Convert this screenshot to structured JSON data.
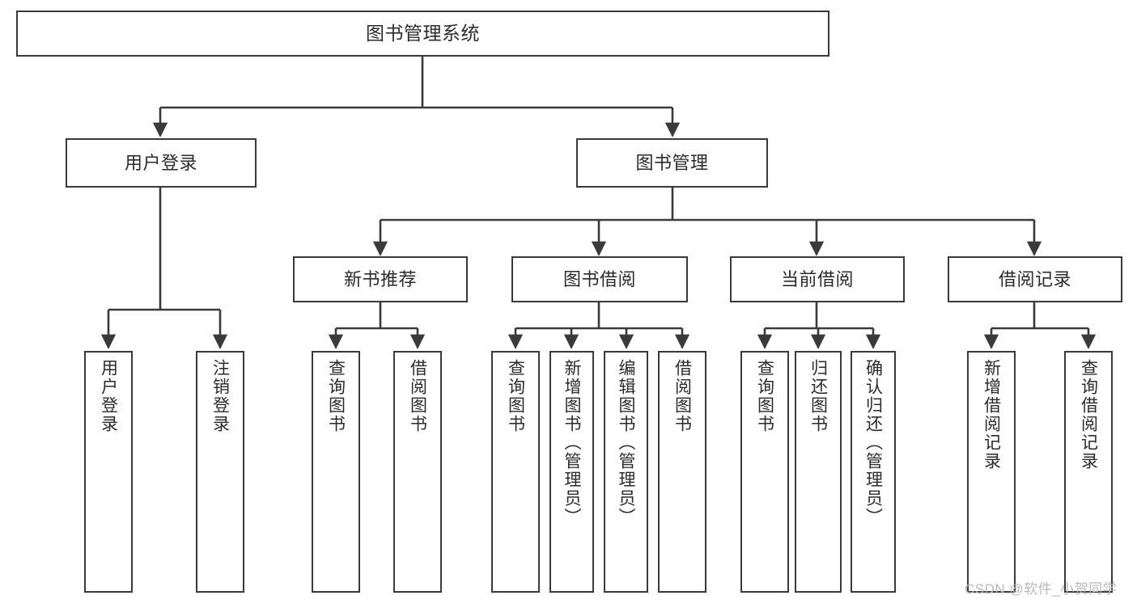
{
  "diagram": {
    "title": "图书管理系统",
    "type": "tree",
    "colors": {
      "node_border": "#3a3a3a",
      "node_fill": "#ffffff",
      "edge": "#3a3a3a",
      "text": "#2b2b2b",
      "watermark": "#b9b9b9",
      "background": "#ffffff"
    },
    "watermark": "CSDN @软件_小贺同学",
    "nodes": {
      "root": {
        "label": "图书管理系统"
      },
      "level1": [
        {
          "id": "user-login",
          "label": "用户登录"
        },
        {
          "id": "book-manage",
          "label": "图书管理"
        }
      ],
      "level2": [
        {
          "id": "new-book-recommend",
          "label": "新书推荐"
        },
        {
          "id": "book-borrow",
          "label": "图书借阅"
        },
        {
          "id": "current-borrow",
          "label": "当前借阅"
        },
        {
          "id": "borrow-record",
          "label": "借阅记录"
        }
      ],
      "leaves": {
        "user_login": [
          {
            "id": "leaf-user-login",
            "label": "用户登录"
          },
          {
            "id": "leaf-logout-login",
            "label": "注销登录"
          }
        ],
        "new_book_recommend": [
          {
            "id": "leaf-query-book-1",
            "label": "查询图书"
          },
          {
            "id": "leaf-borrow-book-1",
            "label": "借阅图书"
          }
        ],
        "book_borrow": [
          {
            "id": "leaf-query-book-2",
            "label": "查询图书"
          },
          {
            "id": "leaf-add-book",
            "label": "新增图书（管理员）"
          },
          {
            "id": "leaf-edit-book",
            "label": "编辑图书（管理员）"
          },
          {
            "id": "leaf-borrow-book-2",
            "label": "借阅图书"
          }
        ],
        "current_borrow": [
          {
            "id": "leaf-query-book-3",
            "label": "查询图书"
          },
          {
            "id": "leaf-return-book",
            "label": "归还图书"
          },
          {
            "id": "leaf-confirm-return",
            "label": "确认归还（管理员）"
          }
        ],
        "borrow_record": [
          {
            "id": "leaf-add-record",
            "label": "新增借阅记录"
          },
          {
            "id": "leaf-query-record",
            "label": "查询借阅记录"
          }
        ]
      }
    }
  }
}
